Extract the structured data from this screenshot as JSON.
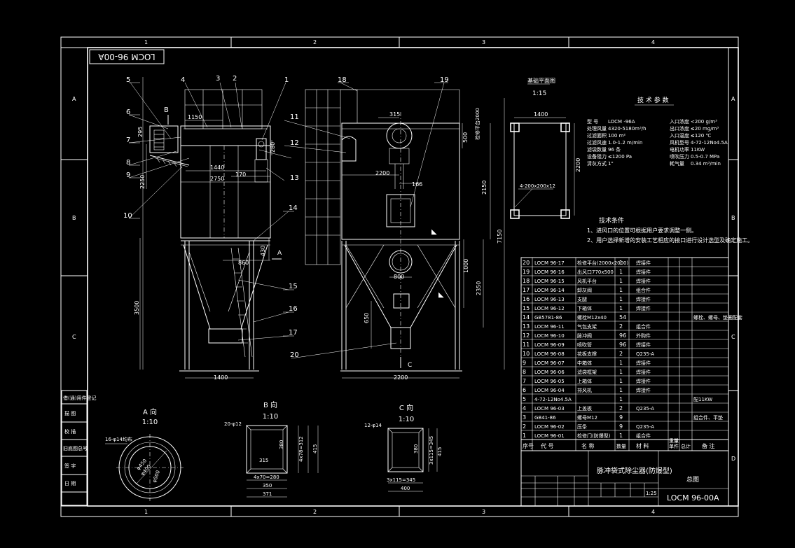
{
  "drawing_no": "LOCM 96-00A",
  "title_block": {
    "name": "脉冲袋式除尘器(防爆型)",
    "drawing_no": "LOCM 96-00A",
    "scale": "1:25",
    "label_total": "总图"
  },
  "grid": {
    "cols": [
      "1",
      "2",
      "3",
      "4"
    ],
    "rows": [
      "A",
      "B",
      "C",
      "D"
    ]
  },
  "left_boxes": [
    "借(通)用件登记",
    "描 图",
    "校 描",
    "旧底图总号",
    "签 字",
    "日 期"
  ],
  "balloons": [
    "1",
    "2",
    "3",
    "4",
    "5",
    "6",
    "7",
    "8",
    "9",
    "10",
    "11",
    "12",
    "13",
    "14",
    "15",
    "16",
    "17",
    "18",
    "19",
    "20"
  ],
  "front_dims": {
    "d1150": "1150",
    "d1440": "1440",
    "d2750": "2750",
    "d170": "170",
    "d280": "280",
    "d2250": "2250",
    "d860": "860",
    "d430": "430",
    "d3500": "3500",
    "d1400": "1400",
    "d295": "295",
    "arrow_a": "A"
  },
  "side_dims": {
    "d315": "315",
    "d2200": "2200",
    "d166": "166",
    "d500": "500",
    "d2150": "2150",
    "d7150": "7150",
    "d800": "800",
    "d1000": "1000",
    "d2350": "2350",
    "d650": "650",
    "d2200b": "2200",
    "d2000": "检修平台2000",
    "arrow_c": "C"
  },
  "plan_view": {
    "title": "基础平面图",
    "scale": "1:15",
    "d1400": "1400",
    "d2200": "2200",
    "note": "4-200x200x12"
  },
  "tech_params": {
    "title": "技 术 参 数",
    "rows": [
      {
        "k1": "型    号",
        "v1": "LOCM -96A",
        "k2": "入口浓度",
        "v2": "<200 g/m³"
      },
      {
        "k1": "处理风量",
        "v1": "4320-5180m³/h",
        "k2": "出口浓度",
        "v2": "≤20 mg/m³"
      },
      {
        "k1": "过滤面积",
        "v1": "100 m²",
        "k2": "入口温度",
        "v2": "≤120 ℃"
      },
      {
        "k1": "过滤风速",
        "v1": "1.0-1.2 m/min",
        "k2": "风机型号",
        "v2": "4-72-12No4.5A"
      },
      {
        "k1": "滤袋数量",
        "v1": "96 条",
        "k2": "电机功率",
        "v2": "11KW"
      },
      {
        "k1": "设备阻力",
        "v1": "≤1200 Pa",
        "k2": "喷吹压力",
        "v2": "0.5-0.7 MPa"
      },
      {
        "k1": "清灰方式",
        "v1": "1\"",
        "k2": "耗气量",
        "v2": "0.34 m³/min"
      }
    ]
  },
  "tech_req": {
    "title": "技术条件",
    "items": [
      "1、进风口的位置可根据用户要求调整一侧。",
      "2、用户选择新增的安装工艺相应的接口进行设计选型及确定施工。"
    ]
  },
  "views": {
    "a": {
      "title": "A 向",
      "scale": "1:10",
      "d_hole": "16-φ14均布",
      "d400": "φ400",
      "d450": "φ450",
      "d500": "φ500"
    },
    "b": {
      "title": "B 向",
      "scale": "1:10",
      "d_hole": "20-φ12",
      "d380": "380",
      "d4x78": "4x78=312",
      "d415": "415",
      "d315": "315",
      "d4x70": "4x70=280",
      "d350": "350",
      "d371": "371"
    },
    "c": {
      "title": "C 向",
      "scale": "1:10",
      "d_hole": "12-φ14",
      "d380": "380",
      "d3x115": "3x115=345",
      "d415": "415",
      "d3x115b": "3x115=345",
      "d400": "400"
    }
  },
  "bom": {
    "rows": [
      {
        "n": "20",
        "code": "LOCM 96-17",
        "name": "检修平台(2000x2000)",
        "q": "1",
        "mat": "焊接件",
        "note": ""
      },
      {
        "n": "19",
        "code": "LOCM 96-16",
        "name": "出风口770x500",
        "q": "1",
        "mat": "焊接件",
        "note": ""
      },
      {
        "n": "18",
        "code": "LOCM 96-15",
        "name": "风机平台",
        "q": "1",
        "mat": "焊接件",
        "note": ""
      },
      {
        "n": "17",
        "code": "LOCM 96-14",
        "name": "卸灰阀",
        "q": "1",
        "mat": "组合件",
        "note": ""
      },
      {
        "n": "16",
        "code": "LOCM 96-13",
        "name": "支腿",
        "q": "1",
        "mat": "焊接件",
        "note": ""
      },
      {
        "n": "15",
        "code": "LOCM 96-12",
        "name": "下箱体",
        "q": "1",
        "mat": "焊接件",
        "note": ""
      },
      {
        "n": "14",
        "code": "GB5781-86",
        "name": "螺栓M12x40",
        "q": "54",
        "mat": "",
        "note": "螺栓、螺母、垫圈配套"
      },
      {
        "n": "13",
        "code": "LOCM 96-11",
        "name": "气包支架",
        "q": "2",
        "mat": "组合件",
        "note": ""
      },
      {
        "n": "12",
        "code": "LOCM 96-10",
        "name": "脉冲阀",
        "q": "96",
        "mat": "外购件",
        "note": ""
      },
      {
        "n": "11",
        "code": "LOCM 96-09",
        "name": "喷吹管",
        "q": "96",
        "mat": "焊接件",
        "note": ""
      },
      {
        "n": "10",
        "code": "LOCM 96-08",
        "name": "花板支撑",
        "q": "2",
        "mat": "Q235-A",
        "note": ""
      },
      {
        "n": "9",
        "code": "LOCM 96-07",
        "name": "中箱体",
        "q": "1",
        "mat": "焊接件",
        "note": ""
      },
      {
        "n": "8",
        "code": "LOCM 96-06",
        "name": "滤袋框架",
        "q": "1",
        "mat": "焊接件",
        "note": ""
      },
      {
        "n": "7",
        "code": "LOCM 96-05",
        "name": "上箱体",
        "q": "1",
        "mat": "焊接件",
        "note": ""
      },
      {
        "n": "6",
        "code": "LOCM 96-04",
        "name": "排风机",
        "q": "1",
        "mat": "焊接件",
        "note": ""
      },
      {
        "n": "5",
        "code": "4-72-12No4.5A",
        "name": "",
        "q": "1",
        "mat": "",
        "note": "配11KW"
      },
      {
        "n": "4",
        "code": "LOCM 96-03",
        "name": "上盖板",
        "q": "2",
        "mat": "Q235-A",
        "note": ""
      },
      {
        "n": "3",
        "code": "GB41-86",
        "name": "螺母M12",
        "q": "9",
        "mat": "",
        "note": "组合件、平垫"
      },
      {
        "n": "2",
        "code": "LOCM 96-02",
        "name": "压条",
        "q": "9",
        "mat": "Q235-A",
        "note": ""
      },
      {
        "n": "1",
        "code": "LOCM 96-01",
        "name": "检修门(防爆型)",
        "q": "1",
        "mat": "组合件",
        "note": ""
      }
    ],
    "header": {
      "n": "序号",
      "code": "代  号",
      "name": "名  称",
      "q": "数量",
      "mat": "材  料",
      "unit": "单件",
      "total": "总计",
      "w": "重量",
      "note": "备 注"
    }
  }
}
